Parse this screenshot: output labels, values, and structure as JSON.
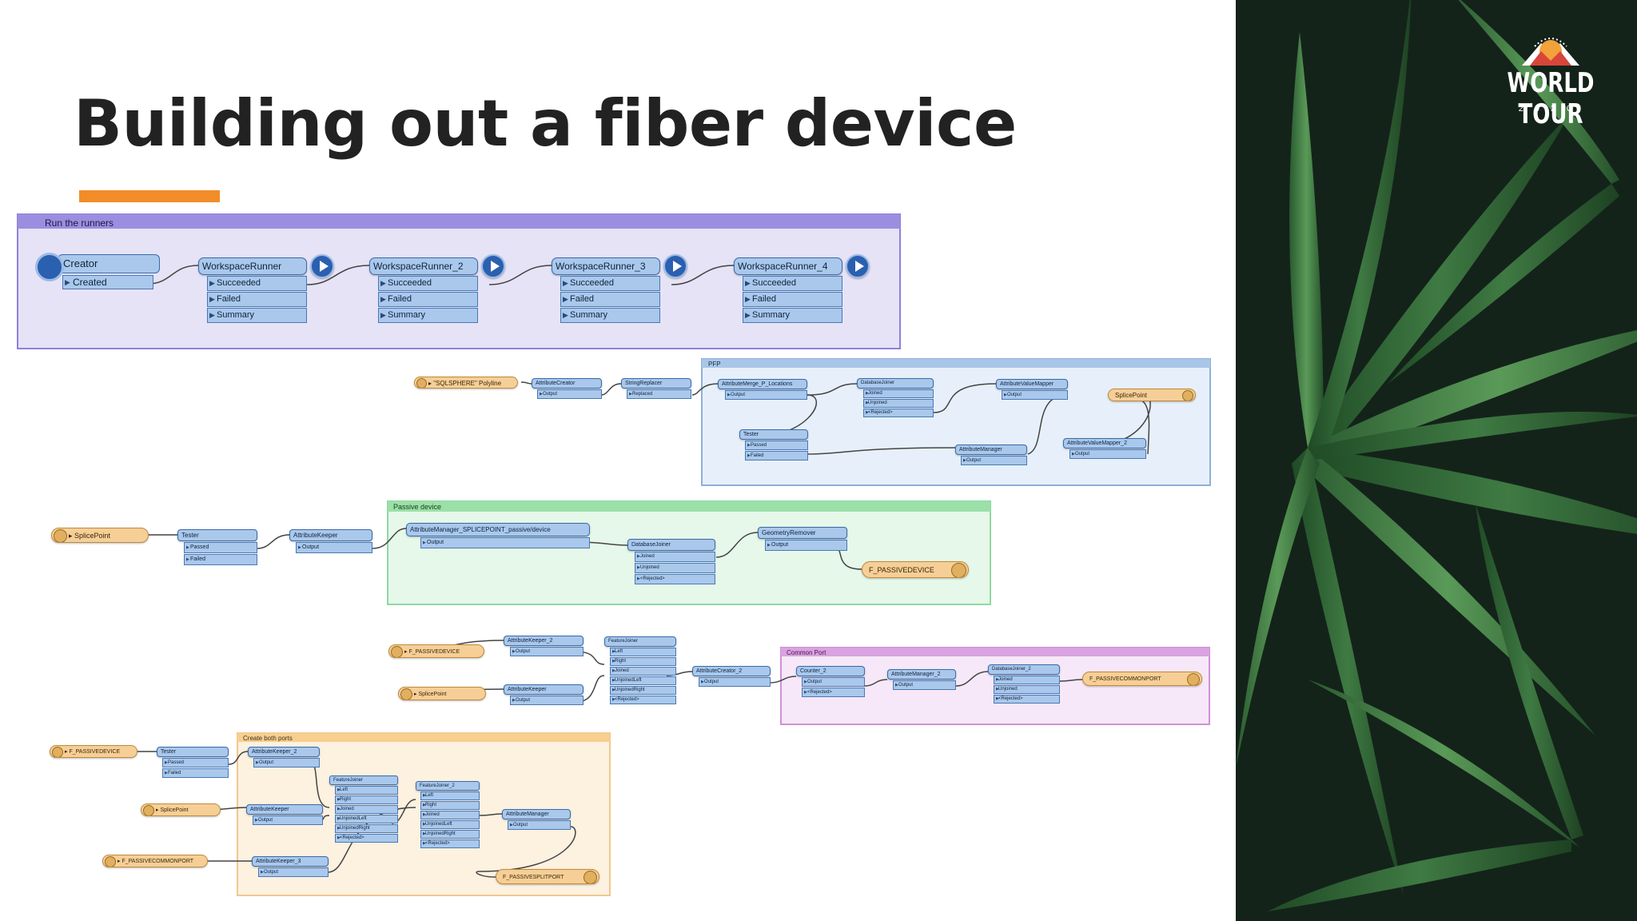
{
  "slide": {
    "title": "Building out a fiber device"
  },
  "logo": {
    "text": "WORLD TOUR",
    "year": "2020"
  },
  "colors": {
    "accent": "#f28c28",
    "bookmark_purple": "#9b8ee0",
    "bookmark_blue": "#a9c6e8",
    "bookmark_green": "#9be0a9",
    "bookmark_pink": "#d9a2e0",
    "bookmark_orange": "#f7cf8f",
    "transformer_fill": "#a9c8ec",
    "feature_type_fill": "#f6cf97"
  },
  "workspace": {
    "group1": {
      "bookmark_label": "Run the runners",
      "creator_label": "Creator",
      "creator_port": "Created",
      "runners": [
        {
          "label": "WorkspaceRunner",
          "ports": [
            "Succeeded",
            "Failed",
            "Summary"
          ]
        },
        {
          "label": "WorkspaceRunner_2",
          "ports": [
            "Succeeded",
            "Failed",
            "Summary"
          ]
        },
        {
          "label": "WorkspaceRunner_3",
          "ports": [
            "Succeeded",
            "Failed",
            "Summary"
          ]
        },
        {
          "label": "WorkspaceRunner_4",
          "ports": [
            "Succeeded",
            "Failed",
            "Summary"
          ]
        }
      ]
    },
    "group2": {
      "reader_label": "\"SQLSPHERE\" Polyline",
      "t1": {
        "label": "AttributeCreator",
        "ports": [
          "Output"
        ]
      },
      "t2": {
        "label": "StringReplacer",
        "ports": [
          "Replaced"
        ]
      },
      "bookmark_label": "PFP",
      "t3": {
        "label": "AttributeMerge_P_Locations",
        "ports": [
          "Output"
        ]
      },
      "t4": {
        "label": "DatabaseJoiner",
        "ports": [
          "Joined",
          "Unjoined",
          "<Rejected>"
        ]
      },
      "t5": {
        "label": "AttributeValueMapper",
        "ports": [
          "Output"
        ]
      },
      "writer_label": "SplicePoint",
      "t6": {
        "label": "Tester",
        "ports": [
          "Passed",
          "Failed"
        ]
      },
      "t7": {
        "label": "AttributeManager",
        "ports": [
          "Output"
        ]
      },
      "t8": {
        "label": "AttributeValueMapper_2",
        "ports": [
          "Output"
        ]
      }
    },
    "group3": {
      "reader_label": "SplicePoint",
      "tester": {
        "label": "Tester",
        "ports": [
          "Passed",
          "Failed"
        ]
      },
      "keeper": {
        "label": "AttributeKeeper",
        "ports": [
          "Output"
        ]
      },
      "bookmark_label": "Passive device",
      "manager": {
        "label": "AttributeManager_SPLICEPOINT_passive/device",
        "ports": [
          "Output"
        ]
      },
      "joiner": {
        "label": "DatabaseJoiner",
        "ports": [
          "Joined",
          "Unjoined",
          "<Rejected>"
        ]
      },
      "remover": {
        "label": "GeometryRemover",
        "ports": [
          "Output"
        ]
      },
      "writer_label": "F_PASSIVEDEVICE"
    },
    "group4": {
      "reader1_label": "F_PASSIVEDEVICE",
      "reader2_label": "SplicePoint",
      "keeper2": {
        "label": "AttributeKeeper_2",
        "ports": [
          "Output"
        ]
      },
      "keeper": {
        "label": "AttributeKeeper",
        "ports": [
          "Output"
        ]
      },
      "fjoiner": {
        "label": "FeatureJoiner",
        "ports": [
          "Left",
          "Right",
          "Joined",
          "UnjoinedLeft",
          "UnjoinedRight",
          "<Rejected>"
        ]
      },
      "creator": {
        "label": "AttributeCreator_2",
        "ports": [
          "Output"
        ]
      },
      "bookmark_label": "Common Port",
      "counter": {
        "label": "Counter_2",
        "ports": [
          "Output",
          "<Rejected>"
        ]
      },
      "manager": {
        "label": "AttributeManager_2",
        "ports": [
          "Output"
        ]
      },
      "joiner": {
        "label": "DatabaseJoiner_2",
        "ports": [
          "Joined",
          "Unjoined",
          "<Rejected>"
        ]
      },
      "writer_label": "F_PASSIVECOMMONPORT"
    },
    "group5": {
      "bookmark_label": "Create both ports",
      "reader1_label": "F_PASSIVEDEVICE",
      "reader2_label": "SplicePoint",
      "reader3_label": "F_PASSIVECOMMONPORT",
      "tester": {
        "label": "Tester",
        "ports": [
          "Passed",
          "Failed"
        ]
      },
      "keeper2": {
        "label": "AttributeKeeper_2",
        "ports": [
          "Output"
        ]
      },
      "keeper": {
        "label": "AttributeKeeper",
        "ports": [
          "Output"
        ]
      },
      "keeper3": {
        "label": "AttributeKeeper_3",
        "ports": [
          "Output"
        ]
      },
      "fjoiner": {
        "label": "FeatureJoiner",
        "ports": [
          "Left",
          "Right",
          "Joined",
          "UnjoinedLeft",
          "UnjoinedRight",
          "<Rejected>"
        ]
      },
      "fjoiner2": {
        "label": "FeatureJoiner_2",
        "ports": [
          "Left",
          "Right",
          "Joined",
          "UnjoinedLeft",
          "UnjoinedRight",
          "<Rejected>"
        ]
      },
      "manager": {
        "label": "AttributeManager",
        "ports": [
          "Output"
        ]
      },
      "writer_label": "F_PASSIVESPLITPORT"
    }
  }
}
